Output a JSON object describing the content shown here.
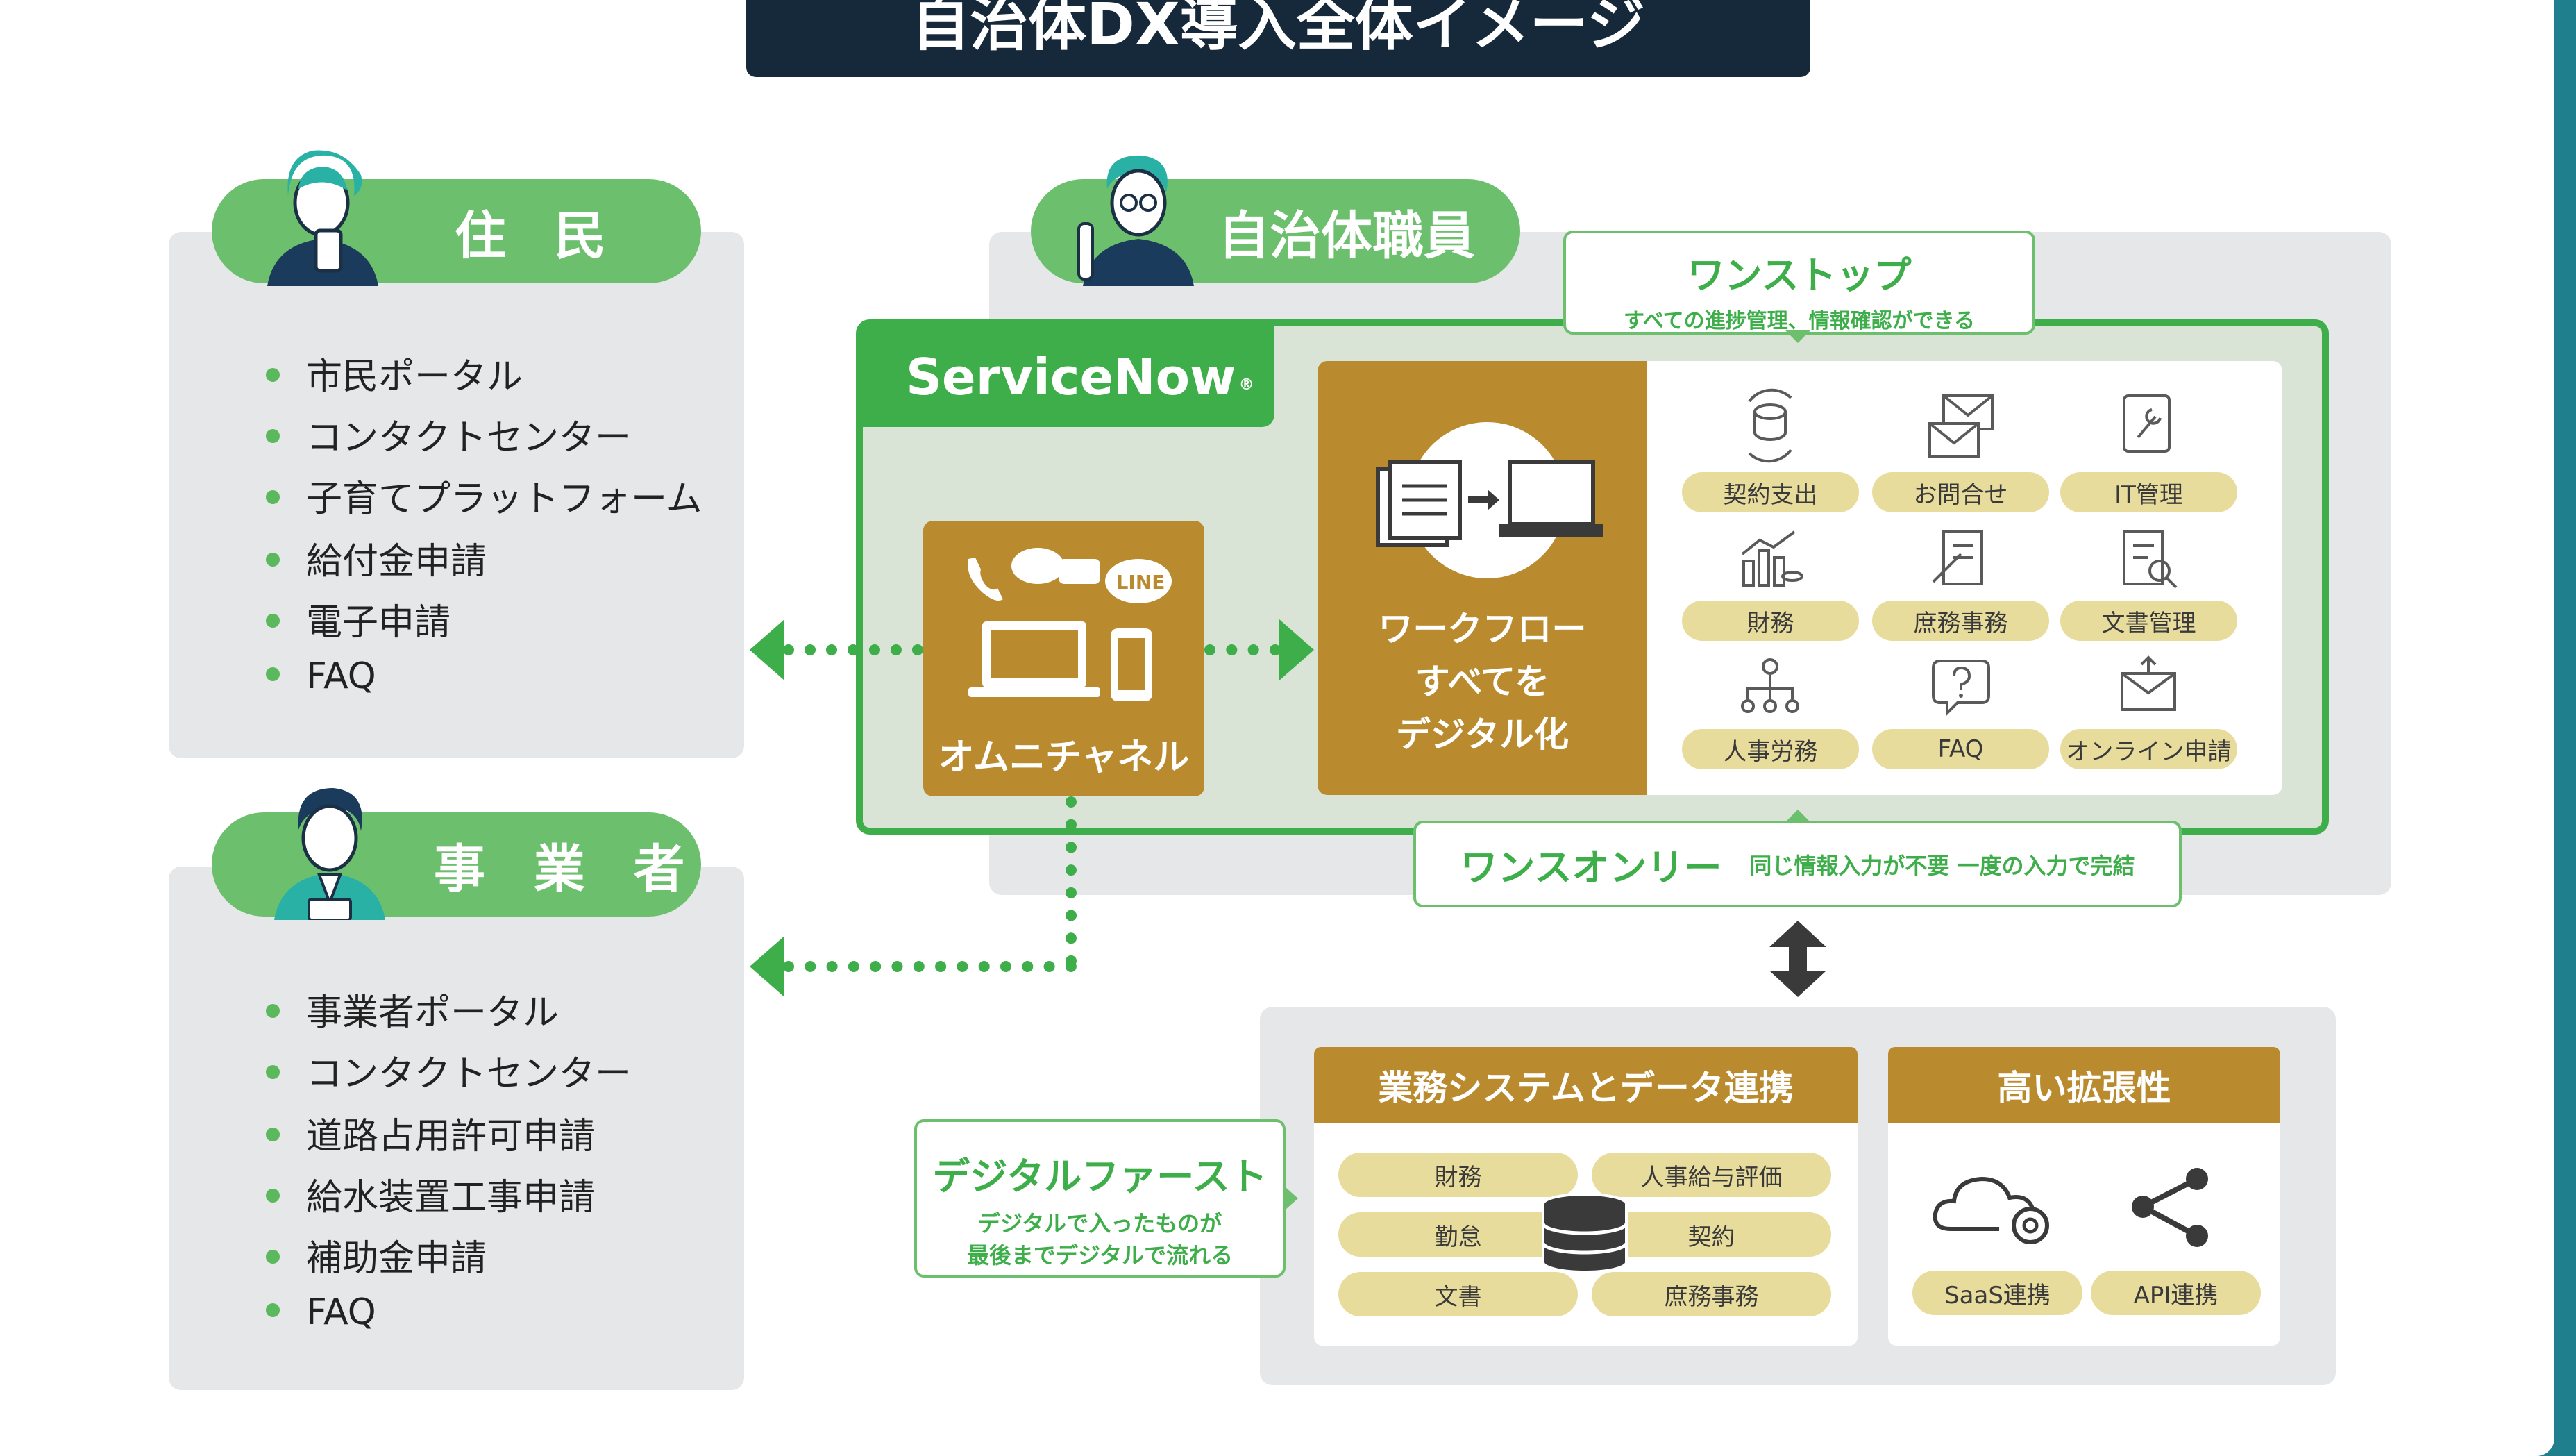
{
  "title": "自治体DX導入全体イメージ",
  "residents": {
    "label": "住 民",
    "items": [
      "市民ポータル",
      "コンタクトセンター",
      "子育てプラットフォーム",
      "給付金申請",
      "電子申請",
      "FAQ"
    ]
  },
  "businesses": {
    "label": "事 業 者",
    "items": [
      "事業者ポータル",
      "コンタクトセンター",
      "道路占用許可申請",
      "給水装置工事申請",
      "補助金申請",
      "FAQ"
    ]
  },
  "staff": {
    "label": "自治体職員"
  },
  "servicenow": {
    "logo": "ServiceNow",
    "reg": "®"
  },
  "one_stop": {
    "title": "ワンストップ",
    "subtitle": "すべての進捗管理、情報確認ができる"
  },
  "omni": {
    "label": "オムニチャネル",
    "sms": "SMS",
    "line": "LINE"
  },
  "workflow": {
    "line1": "ワークフロー",
    "line2": "すべてを",
    "line3": "デジタル化"
  },
  "services": [
    "契約支出",
    "お問合せ",
    "IT管理",
    "財務",
    "庶務事務",
    "文書管理",
    "人事労務",
    "FAQ",
    "オンライン申請"
  ],
  "once_only": {
    "title": "ワンスオンリー",
    "subtitle": "同じ情報入力が不要 一度の入力で完結"
  },
  "digital_first": {
    "title": "デジタルファースト",
    "line1": "デジタルで入ったものが",
    "line2": "最後までデジタルで流れる"
  },
  "integration": {
    "title": "業務システムとデータ連携",
    "items": [
      "財務",
      "人事給与評価",
      "勤怠",
      "契約",
      "文書",
      "庶務事務"
    ]
  },
  "extensibility": {
    "title": "高い拡張性",
    "items": [
      "SaaS連携",
      "API連携"
    ]
  },
  "colors": {
    "green": "#3dae49",
    "pill_green": "#6cbf6d",
    "gold": "#b98b2e",
    "light_gold": "#e8dc9d",
    "navy": "#16293b"
  }
}
